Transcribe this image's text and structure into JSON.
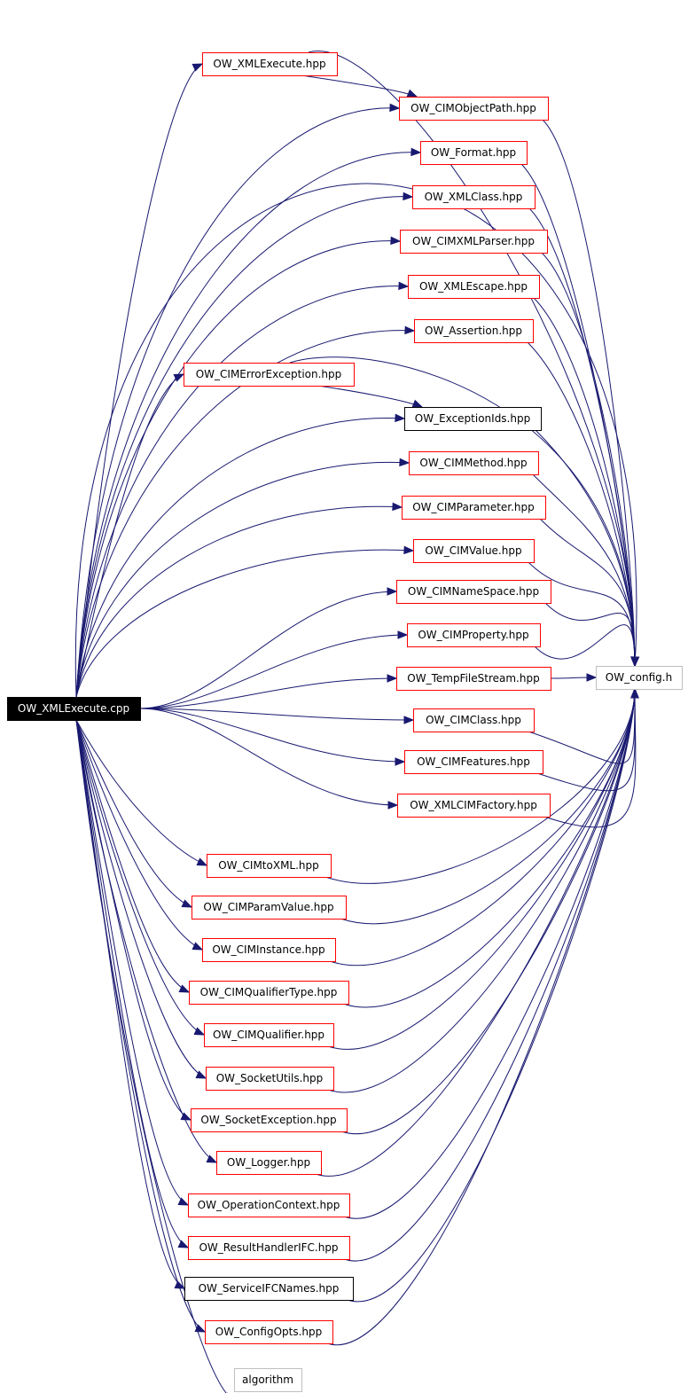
{
  "graph": {
    "root": "OW_XMLExecute.cpp",
    "hub": "OW_config.h",
    "colors": {
      "edge": "#191970",
      "border_linked": "#ff0000",
      "border_plain": "#000000",
      "border_external": "#bfbfbf",
      "root_fill": "#000000",
      "root_text": "#ffffff"
    },
    "nodes": [
      {
        "id": "n0",
        "label": "OW_XMLExecute.cpp",
        "style": "root"
      },
      {
        "id": "n1",
        "label": "OW_XMLExecute.hpp",
        "style": "linked"
      },
      {
        "id": "n2",
        "label": "OW_CIMObjectPath.hpp",
        "style": "linked"
      },
      {
        "id": "n3",
        "label": "OW_Format.hpp",
        "style": "linked"
      },
      {
        "id": "n4",
        "label": "OW_XMLClass.hpp",
        "style": "linked"
      },
      {
        "id": "n5",
        "label": "OW_CIMXMLParser.hpp",
        "style": "linked"
      },
      {
        "id": "n6",
        "label": "OW_XMLEscape.hpp",
        "style": "linked"
      },
      {
        "id": "n7",
        "label": "OW_Assertion.hpp",
        "style": "linked"
      },
      {
        "id": "n8",
        "label": "OW_CIMErrorException.hpp",
        "style": "linked"
      },
      {
        "id": "n9",
        "label": "OW_ExceptionIds.hpp",
        "style": "plain"
      },
      {
        "id": "n10",
        "label": "OW_CIMMethod.hpp",
        "style": "linked"
      },
      {
        "id": "n11",
        "label": "OW_CIMParameter.hpp",
        "style": "linked"
      },
      {
        "id": "n12",
        "label": "OW_CIMValue.hpp",
        "style": "linked"
      },
      {
        "id": "n13",
        "label": "OW_CIMNameSpace.hpp",
        "style": "linked"
      },
      {
        "id": "n14",
        "label": "OW_CIMProperty.hpp",
        "style": "linked"
      },
      {
        "id": "n15",
        "label": "OW_TempFileStream.hpp",
        "style": "linked"
      },
      {
        "id": "n16",
        "label": "OW_CIMClass.hpp",
        "style": "linked"
      },
      {
        "id": "n17",
        "label": "OW_CIMFeatures.hpp",
        "style": "linked"
      },
      {
        "id": "n18",
        "label": "OW_XMLCIMFactory.hpp",
        "style": "linked"
      },
      {
        "id": "n19",
        "label": "OW_config.h",
        "style": "external"
      },
      {
        "id": "n20",
        "label": "OW_CIMtoXML.hpp",
        "style": "linked"
      },
      {
        "id": "n21",
        "label": "OW_CIMParamValue.hpp",
        "style": "linked"
      },
      {
        "id": "n22",
        "label": "OW_CIMInstance.hpp",
        "style": "linked"
      },
      {
        "id": "n23",
        "label": "OW_CIMQualifierType.hpp",
        "style": "linked"
      },
      {
        "id": "n24",
        "label": "OW_CIMQualifier.hpp",
        "style": "linked"
      },
      {
        "id": "n25",
        "label": "OW_SocketUtils.hpp",
        "style": "linked"
      },
      {
        "id": "n26",
        "label": "OW_SocketException.hpp",
        "style": "linked"
      },
      {
        "id": "n27",
        "label": "OW_Logger.hpp",
        "style": "linked"
      },
      {
        "id": "n28",
        "label": "OW_OperationContext.hpp",
        "style": "linked"
      },
      {
        "id": "n29",
        "label": "OW_ResultHandlerIFC.hpp",
        "style": "linked"
      },
      {
        "id": "n30",
        "label": "OW_ServiceIFCNames.hpp",
        "style": "plain"
      },
      {
        "id": "n31",
        "label": "OW_ConfigOpts.hpp",
        "style": "linked"
      },
      {
        "id": "n32",
        "label": "algorithm",
        "style": "external"
      }
    ],
    "edges": [
      [
        "n0",
        "n1"
      ],
      [
        "n0",
        "n2"
      ],
      [
        "n0",
        "n3"
      ],
      [
        "n0",
        "n4"
      ],
      [
        "n0",
        "n5"
      ],
      [
        "n0",
        "n6"
      ],
      [
        "n0",
        "n7"
      ],
      [
        "n0",
        "n8"
      ],
      [
        "n0",
        "n9"
      ],
      [
        "n0",
        "n10"
      ],
      [
        "n0",
        "n11"
      ],
      [
        "n0",
        "n12"
      ],
      [
        "n0",
        "n13"
      ],
      [
        "n0",
        "n14"
      ],
      [
        "n0",
        "n15"
      ],
      [
        "n0",
        "n16"
      ],
      [
        "n0",
        "n17"
      ],
      [
        "n0",
        "n18"
      ],
      [
        "n0",
        "n19"
      ],
      [
        "n0",
        "n20"
      ],
      [
        "n0",
        "n21"
      ],
      [
        "n0",
        "n22"
      ],
      [
        "n0",
        "n23"
      ],
      [
        "n0",
        "n24"
      ],
      [
        "n0",
        "n25"
      ],
      [
        "n0",
        "n26"
      ],
      [
        "n0",
        "n27"
      ],
      [
        "n0",
        "n28"
      ],
      [
        "n0",
        "n29"
      ],
      [
        "n0",
        "n30"
      ],
      [
        "n0",
        "n31"
      ],
      [
        "n0",
        "n32"
      ],
      [
        "n1",
        "n2"
      ],
      [
        "n1",
        "n19"
      ],
      [
        "n8",
        "n9"
      ],
      [
        "n8",
        "n19"
      ],
      [
        "n2",
        "n19"
      ],
      [
        "n3",
        "n19"
      ],
      [
        "n4",
        "n19"
      ],
      [
        "n5",
        "n19"
      ],
      [
        "n6",
        "n19"
      ],
      [
        "n7",
        "n19"
      ],
      [
        "n9",
        "n19"
      ],
      [
        "n10",
        "n19"
      ],
      [
        "n11",
        "n19"
      ],
      [
        "n12",
        "n19"
      ],
      [
        "n13",
        "n19"
      ],
      [
        "n14",
        "n19"
      ],
      [
        "n15",
        "n19"
      ],
      [
        "n16",
        "n19"
      ],
      [
        "n17",
        "n19"
      ],
      [
        "n18",
        "n19"
      ],
      [
        "n20",
        "n19"
      ],
      [
        "n21",
        "n19"
      ],
      [
        "n22",
        "n19"
      ],
      [
        "n23",
        "n19"
      ],
      [
        "n24",
        "n19"
      ],
      [
        "n25",
        "n19"
      ],
      [
        "n26",
        "n19"
      ],
      [
        "n27",
        "n19"
      ],
      [
        "n28",
        "n19"
      ],
      [
        "n29",
        "n19"
      ],
      [
        "n30",
        "n19"
      ],
      [
        "n31",
        "n19"
      ]
    ]
  }
}
